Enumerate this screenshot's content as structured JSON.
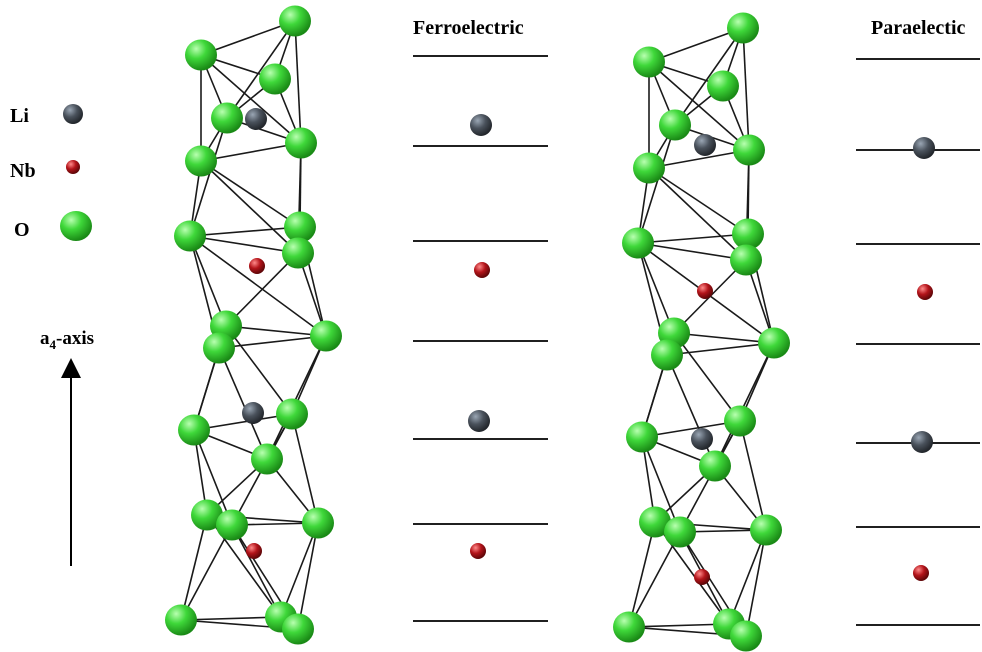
{
  "legend": {
    "items": [
      {
        "label": "Li",
        "atom": "li"
      },
      {
        "label": "Nb",
        "atom": "nb"
      },
      {
        "label": "O",
        "atom": "o"
      }
    ]
  },
  "axis": {
    "base": "a",
    "subscript": "4",
    "suffix": "-axis"
  },
  "panels": {
    "left": {
      "title": "Ferroelectric"
    },
    "right": {
      "title": "Paraelectic"
    }
  },
  "colors": {
    "li": "#4a525c",
    "nb": "#b3141a",
    "o": "#3fd83a",
    "bond": "#1a1a1a",
    "line": "#000000"
  }
}
